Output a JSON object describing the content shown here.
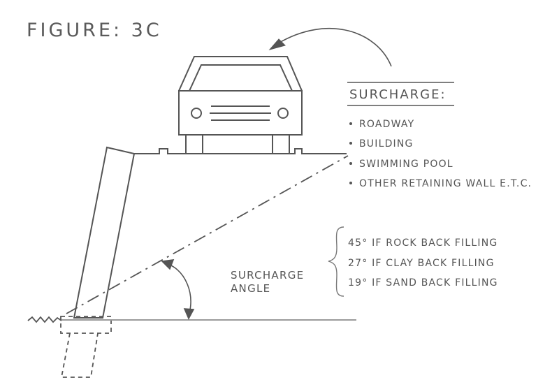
{
  "figure_title": "FIGURE: 3C",
  "surcharge": {
    "heading": "SURCHARGE:",
    "items": [
      "ROADWAY",
      "BUILDING",
      "SWIMMING POOL",
      "OTHER RETAINING WALL E.T.C."
    ]
  },
  "angle_label": {
    "line1": "SURCHARGE",
    "line2": "ANGLE"
  },
  "angles": [
    "45° IF ROCK BACK FILLING",
    "27° IF CLAY BACK FILLING",
    "19° IF SAND BACK FILLING"
  ],
  "colors": {
    "ink": "#555555",
    "ground": "#9a9a9a",
    "background": "#ffffff"
  }
}
